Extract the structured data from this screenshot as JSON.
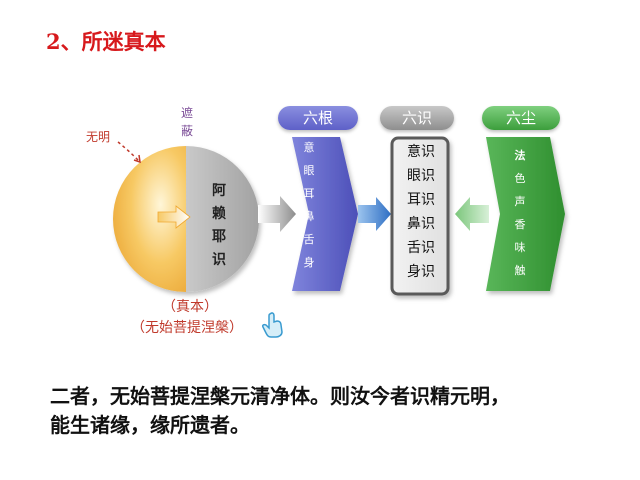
{
  "title": "2、所迷真本",
  "diagram": {
    "wuming_label": "无明",
    "zhebi_label": "遮蔽",
    "circle_center_text": "阿赖耶识",
    "zhenben_label": "（真本）",
    "wushi_label": "（无始菩提涅槃）",
    "liugen": {
      "header": "六根",
      "items": [
        "意",
        "眼",
        "耳",
        "鼻",
        "舌",
        "身"
      ]
    },
    "liushi": {
      "header": "六识",
      "items": [
        "意识",
        "眼识",
        "耳识",
        "鼻识",
        "舌识",
        "身识"
      ]
    },
    "liuchen": {
      "header": "六尘",
      "items": [
        "法",
        "色",
        "声",
        "香",
        "味",
        "触"
      ]
    }
  },
  "quote": {
    "line1": "二者，无始菩提涅槃元清净体。则汝今者识精元明，",
    "line2": "能生诸缘，缘所遗者。"
  },
  "colors": {
    "title": "#d7191c",
    "annotation": "#c0392b",
    "circle_gold": "#f3b94a",
    "circle_gray": "#a8a8a8",
    "liugen": "#5e60c8",
    "liushi": "#8e8e8e",
    "liuchen": "#3c9e3c",
    "arrow_blue": "#3d7fd0"
  }
}
